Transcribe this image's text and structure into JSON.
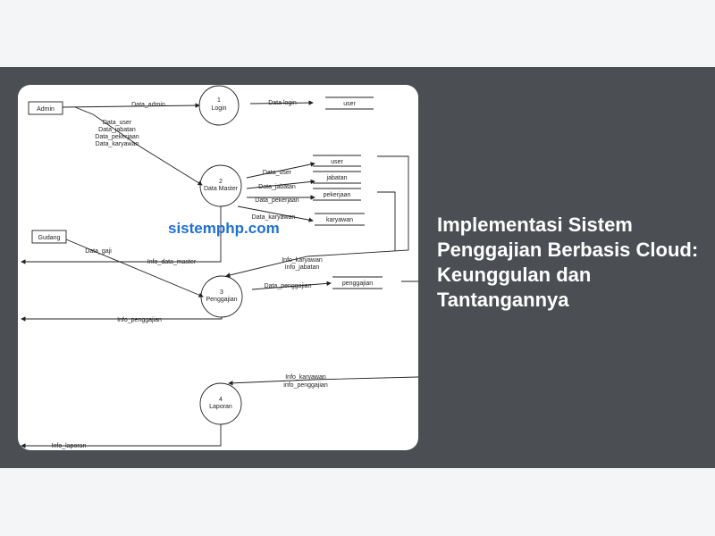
{
  "article": {
    "title": "Implementasi Sistem Penggajian Berbasis Cloud: Keunggulan dan Tantangannya"
  },
  "diagram": {
    "watermark": "sistemphp.com",
    "entities": {
      "admin": "Admin",
      "gudang": "Gudang"
    },
    "processes": {
      "p1": {
        "num": "1",
        "name": "Login"
      },
      "p2": {
        "num": "2",
        "name": "Data Master"
      },
      "p3": {
        "num": "3",
        "name": "Penggajian"
      },
      "p4": {
        "num": "4",
        "name": "Laporan"
      }
    },
    "stores": {
      "user_login": "user",
      "user": "user",
      "jabatan": "jabatan",
      "pekerjaan": "pekerjaan",
      "karyawan": "karyawan",
      "penggajian": "penggajian"
    },
    "flows": {
      "data_admin": "Data_admin",
      "data_login": "Data login",
      "admin_to_master": [
        "Data_user",
        "Data_jabatan",
        "Data_pekerjaan",
        "Data_karyawan"
      ],
      "dm_user": "Data_user",
      "dm_jabatan": "Data_jabatan",
      "dm_pekerjaan": "Data_pekerjaan",
      "dm_karyawan": "Data_karyawan",
      "data_gaji": "Data_gaji",
      "info_data_master": "Info_data_master",
      "info_karyawan": "Info_karyawan",
      "info_jabatan": "Info_jabatan",
      "data_penggajian": "Data_penggajian",
      "info_penggajian": "Info_penggajian",
      "lap_info_karyawan": "Info_karyawan",
      "lap_info_penggajian": "info_penggajian",
      "info_laporan": "Info_laporan"
    }
  }
}
